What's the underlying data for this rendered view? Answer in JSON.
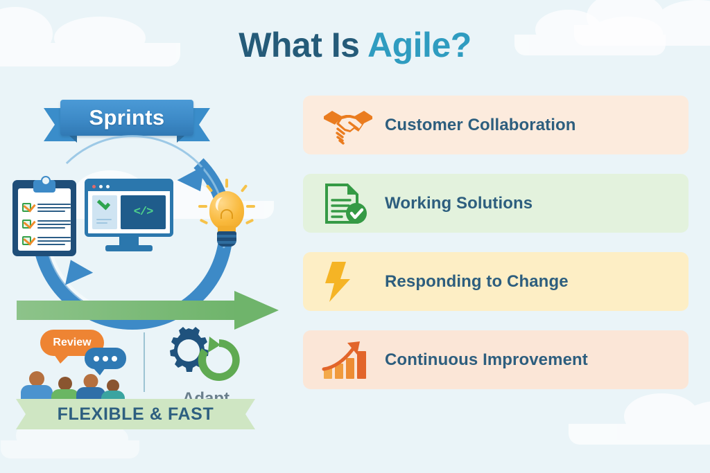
{
  "title": {
    "part1": "What Is ",
    "part2": "Agile?"
  },
  "colors": {
    "background": "#eaf4f8",
    "title_dark": "#255b79",
    "title_accent": "#2f9cc0",
    "ribbon_blue": "#3d8ac7",
    "card_text": "#2d5e7e",
    "orange": "#ee8433",
    "green": "#35a04a",
    "amber": "#f5b425",
    "green_banner": "#cfe6c3"
  },
  "left_panel": {
    "ribbon_label": "Sprints",
    "bottom_banner_label": "FLEXIBLE & FAST",
    "review_bubble_label": "Review",
    "adapt_label": "Adapt",
    "code_glyph": "</>",
    "icons": {
      "cycle": "circular-arrows-icon",
      "clipboard": "clipboard-checklist-icon",
      "monitor": "monitor-code-icon",
      "bulb": "lightbulb-icon",
      "arrow": "green-forward-arrow-icon",
      "people": "team-group-icon",
      "gear": "gear-icon",
      "refresh": "refresh-arrow-icon"
    }
  },
  "cards": [
    {
      "label": "Customer Collaboration",
      "icon": "handshake-icon",
      "bg": "#fcebdd",
      "accent": "#ea7c1f"
    },
    {
      "label": "Working Solutions",
      "icon": "document-check-icon",
      "bg": "#e3f2dd",
      "accent": "#359a45"
    },
    {
      "label": "Responding to Change",
      "icon": "lightning-bolt-icon",
      "bg": "#fdeec5",
      "accent": "#f5b425"
    },
    {
      "label": "Continuous Improvement",
      "icon": "growth-chart-icon",
      "bg": "#fbe6d7",
      "accent": "#e2652a"
    }
  ]
}
